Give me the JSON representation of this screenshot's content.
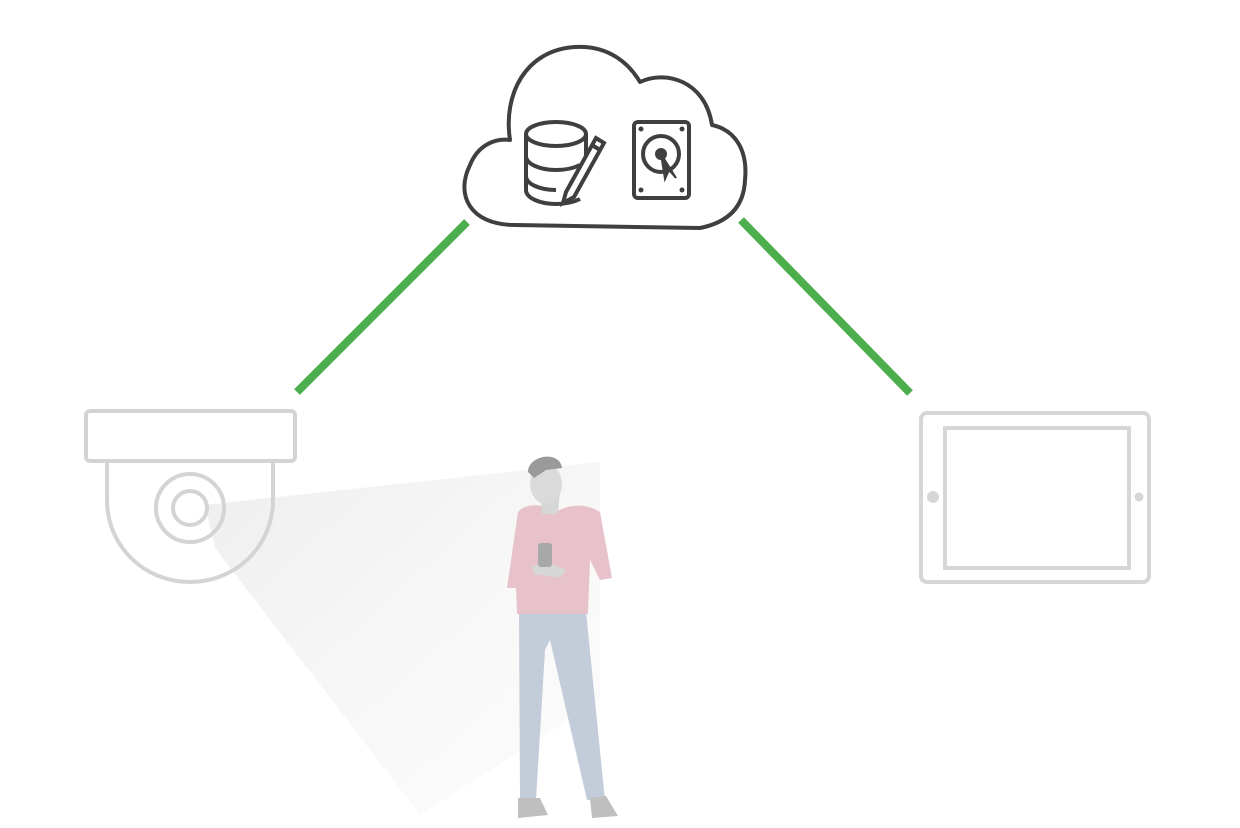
{
  "diagram": {
    "nodes": [
      {
        "id": "cloud",
        "icon": "cloud-icon",
        "contains": [
          "database-edit-icon",
          "hard-drive-icon"
        ]
      },
      {
        "id": "camera",
        "icon": "dome-camera-icon"
      },
      {
        "id": "tablet",
        "icon": "tablet-icon"
      },
      {
        "id": "person",
        "icon": "person-with-phone-icon"
      }
    ],
    "edges": [
      {
        "from": "cloud",
        "to": "camera",
        "style": "solid"
      },
      {
        "from": "cloud",
        "to": "tablet",
        "style": "solid"
      }
    ]
  },
  "colors": {
    "connector": "#4cae4c",
    "cloud_outline": "#3f3f3f",
    "device_outline": "#d4d4d4",
    "person_shirt": "#e8c2cb",
    "person_pants": "#c3ccd9",
    "person_skin": "#d6d6d6",
    "person_hair": "#9a9a9a",
    "camera_beam": "#eeeeee"
  }
}
